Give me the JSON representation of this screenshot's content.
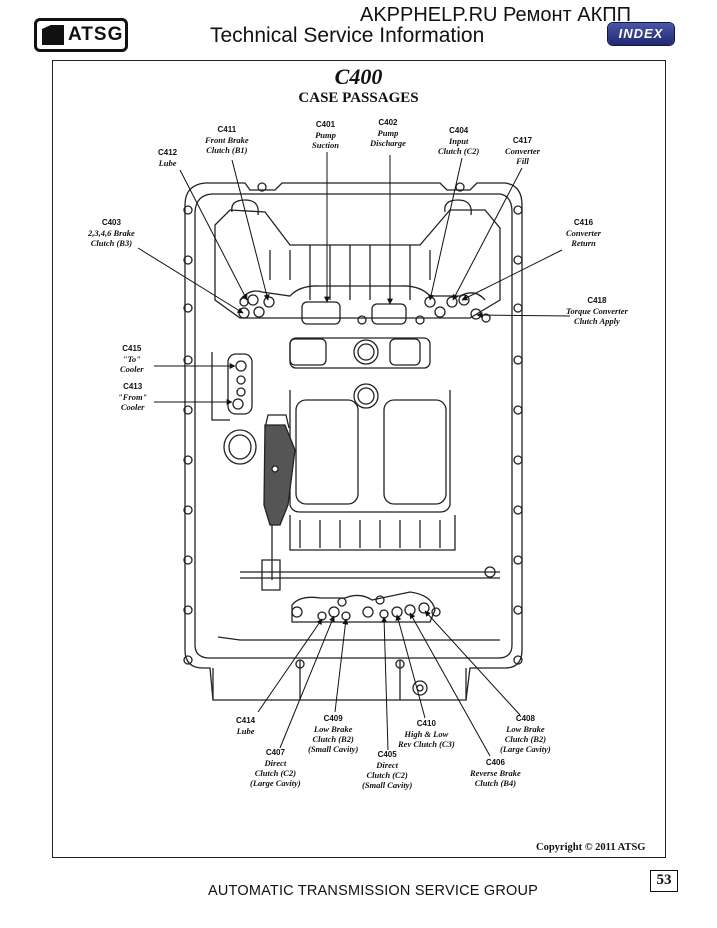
{
  "header": {
    "logo_text": "ATSG",
    "site_text": "AKPPHELP.RU Ремонт АКПП",
    "subtitle": "Technical Service Information",
    "index_button": "INDEX"
  },
  "diagram": {
    "title": "C400",
    "subtitle": "CASE PASSAGES",
    "labels": [
      {
        "code": "C412",
        "lines": [
          "Lube"
        ]
      },
      {
        "code": "C411",
        "lines": [
          "Front Brake",
          "Clutch (B1)"
        ]
      },
      {
        "code": "C401",
        "lines": [
          "Pump",
          "Suction"
        ]
      },
      {
        "code": "C402",
        "lines": [
          "Pump",
          "Discharge"
        ]
      },
      {
        "code": "C404",
        "lines": [
          "Input",
          "Clutch (C2)"
        ]
      },
      {
        "code": "C417",
        "lines": [
          "Converter",
          "Fill"
        ]
      },
      {
        "code": "C403",
        "lines": [
          "2,3,4,6 Brake",
          "Clutch (B3)"
        ]
      },
      {
        "code": "C416",
        "lines": [
          "Converter",
          "Return"
        ]
      },
      {
        "code": "C418",
        "lines": [
          "Torque Converter",
          "Clutch Apply"
        ]
      },
      {
        "code": "C415",
        "lines": [
          "\"To\"",
          "Cooler"
        ]
      },
      {
        "code": "C413",
        "lines": [
          "\"From\"",
          "Cooler"
        ]
      },
      {
        "code": "C414",
        "lines": [
          "Lube"
        ]
      },
      {
        "code": "C409",
        "lines": [
          "Low Brake",
          "Clutch (B2)",
          "(Small Cavity)"
        ]
      },
      {
        "code": "C410",
        "lines": [
          "High & Low",
          "Rev Clutch (C3)"
        ]
      },
      {
        "code": "C408",
        "lines": [
          "Low Brake",
          "Clutch (B2)",
          "(Large Cavity)"
        ]
      },
      {
        "code": "C407",
        "lines": [
          "Direct",
          "Clutch (C2)",
          "(Large Cavity)"
        ]
      },
      {
        "code": "C405",
        "lines": [
          "Direct",
          "Clutch (C2)",
          "(Small Cavity)"
        ]
      },
      {
        "code": "C406",
        "lines": [
          "Reverse Brake",
          "Clutch (B4)"
        ]
      }
    ]
  },
  "footer": {
    "copyright": "Copyright © 2011 ATSG",
    "group": "AUTOMATIC TRANSMISSION SERVICE GROUP",
    "page_number": "53"
  }
}
